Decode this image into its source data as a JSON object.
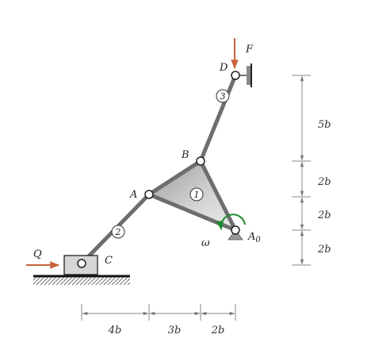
{
  "points": {
    "F": "F",
    "D": "D",
    "B": "B",
    "A": "A",
    "A0": "A",
    "A0_sub": "0",
    "C": "C",
    "Q": "Q",
    "omega": "ω"
  },
  "links": [
    "1",
    "2",
    "3"
  ],
  "dimensions_horizontal": [
    "4b",
    "3b",
    "2b"
  ],
  "dimensions_vertical": [
    "5b",
    "2b",
    "2b",
    "2b"
  ],
  "colors": {
    "force_arrow": "#c8643c",
    "omega_arrow": "#1e8a2a",
    "body": "#b4b4b4",
    "link": "#6e6e6e"
  }
}
